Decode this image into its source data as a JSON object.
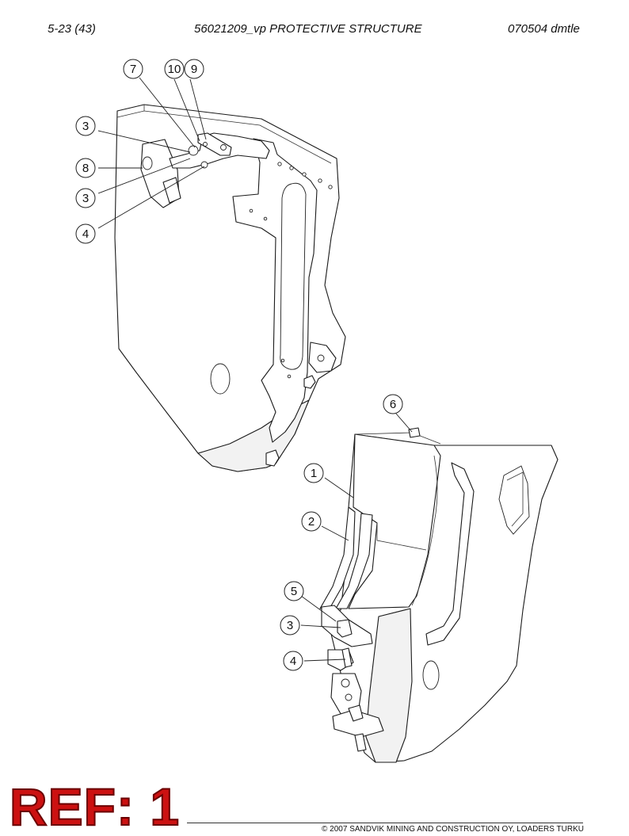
{
  "header": {
    "page": "5-23 (43)",
    "title": "56021209_vp PROTECTIVE STRUCTURE",
    "code": "070504 dmtle"
  },
  "callouts": {
    "c7": "7",
    "c10": "10",
    "c9": "9",
    "c3a": "3",
    "c8": "8",
    "c3b": "3",
    "c4a": "4",
    "c6": "6",
    "c1": "1",
    "c2": "2",
    "c5": "5",
    "c3c": "3",
    "c4b": "4"
  },
  "stamp": "REF: 1",
  "footer": {
    "copyright": "© 2007 SANDVIK MINING AND CONSTRUCTION OY, LOADERS TURKU"
  }
}
